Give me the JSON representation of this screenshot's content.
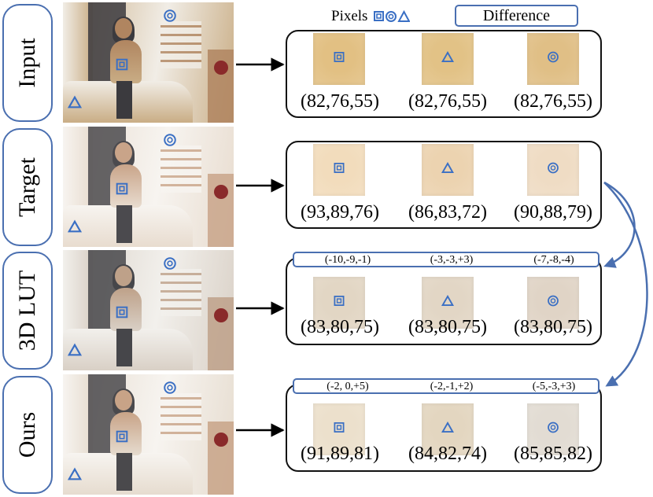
{
  "header": {
    "pixels_label": "Pixels",
    "difference_label": "Difference"
  },
  "colors": {
    "accent": "#4a6fb0",
    "marker": "#3a6fc4",
    "arrow": "#000000"
  },
  "rows": [
    {
      "label": "Input",
      "tone": [
        "#c9ad85",
        "#3b3a3e",
        "#f1ede6",
        "#b08560"
      ],
      "swatches": [
        "#e2c083",
        "#e2c286",
        "#e0bf86"
      ],
      "values": [
        "(82,76,55)",
        "(82,76,55)",
        "(82,76,55)"
      ],
      "differences": null
    },
    {
      "label": "Target",
      "tone": [
        "#e8dccf",
        "#4b4a4e",
        "#f7f4f0",
        "#c9a489"
      ],
      "swatches": [
        "#f2dcbc",
        "#ecd3b0",
        "#efdcc4"
      ],
      "values": [
        "(93,89,76)",
        "(86,83,72)",
        "(90,88,79)"
      ],
      "differences": null
    },
    {
      "label": "3D LUT",
      "tone": [
        "#d9d0c6",
        "#46464a",
        "#f2f0ec",
        "#bea189"
      ],
      "swatches": [
        "#e2d6c4",
        "#e2d6c5",
        "#e0d4c6"
      ],
      "values": [
        "(83,80,75)",
        "(83,80,75)",
        "(83,80,75)"
      ],
      "differences": [
        "(-10,-9,-1)",
        "(-3,-3,+3)",
        "(-7,-8,-4)"
      ]
    },
    {
      "label": "Ours",
      "tone": [
        "#e6dccf",
        "#4a494c",
        "#f7f4f0",
        "#c8a387"
      ],
      "swatches": [
        "#ece0cc",
        "#e3d6c0",
        "#e2dcd3"
      ],
      "values": [
        "(91,89,81)",
        "(84,82,74)",
        "(85,85,82)"
      ],
      "differences": [
        "(-2, 0,+5)",
        "(-2,-1,+2)",
        "(-5,-3,+3)"
      ]
    }
  ]
}
